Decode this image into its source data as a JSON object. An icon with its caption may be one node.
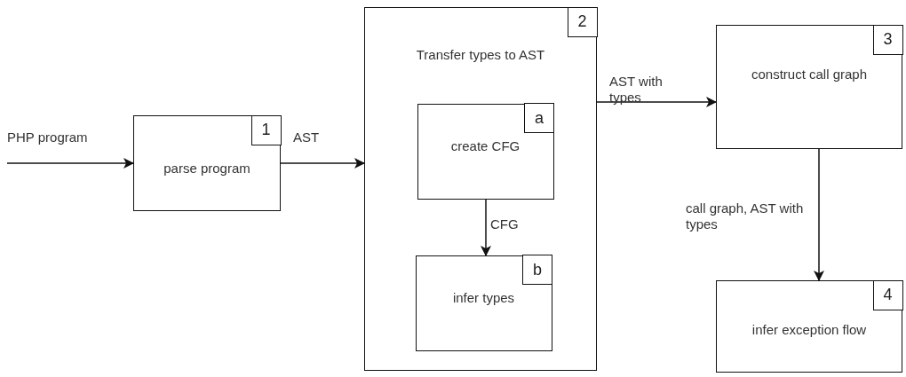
{
  "diagram": {
    "nodes": [
      {
        "text": [
          "1",
          "parse program"
        ]
      },
      {
        "text": [
          "2",
          "Transfer types to AST"
        ]
      },
      {
        "text": [
          "a",
          "create CFG"
        ],
        "in": 1
      },
      {
        "text": [
          "b",
          "infer types"
        ],
        "in": 1
      },
      {
        "text": [
          "3",
          "construct call graph"
        ]
      },
      {
        "text": [
          "4",
          "infer exception flow"
        ]
      }
    ],
    "edges": [
      {
        "from": null,
        "to": 0,
        "arrow": "to",
        "label": "PHP program"
      },
      {
        "from": 0,
        "to": 1,
        "arrow": "to",
        "label": "AST"
      },
      {
        "from": 2,
        "to": 3,
        "arrow": "to",
        "label": "CFG"
      },
      {
        "from": 1,
        "to": 4,
        "arrow": "to",
        "label": "AST with types"
      },
      {
        "from": 4,
        "to": 5,
        "arrow": "to",
        "label": "call graph, AST with types"
      }
    ]
  }
}
